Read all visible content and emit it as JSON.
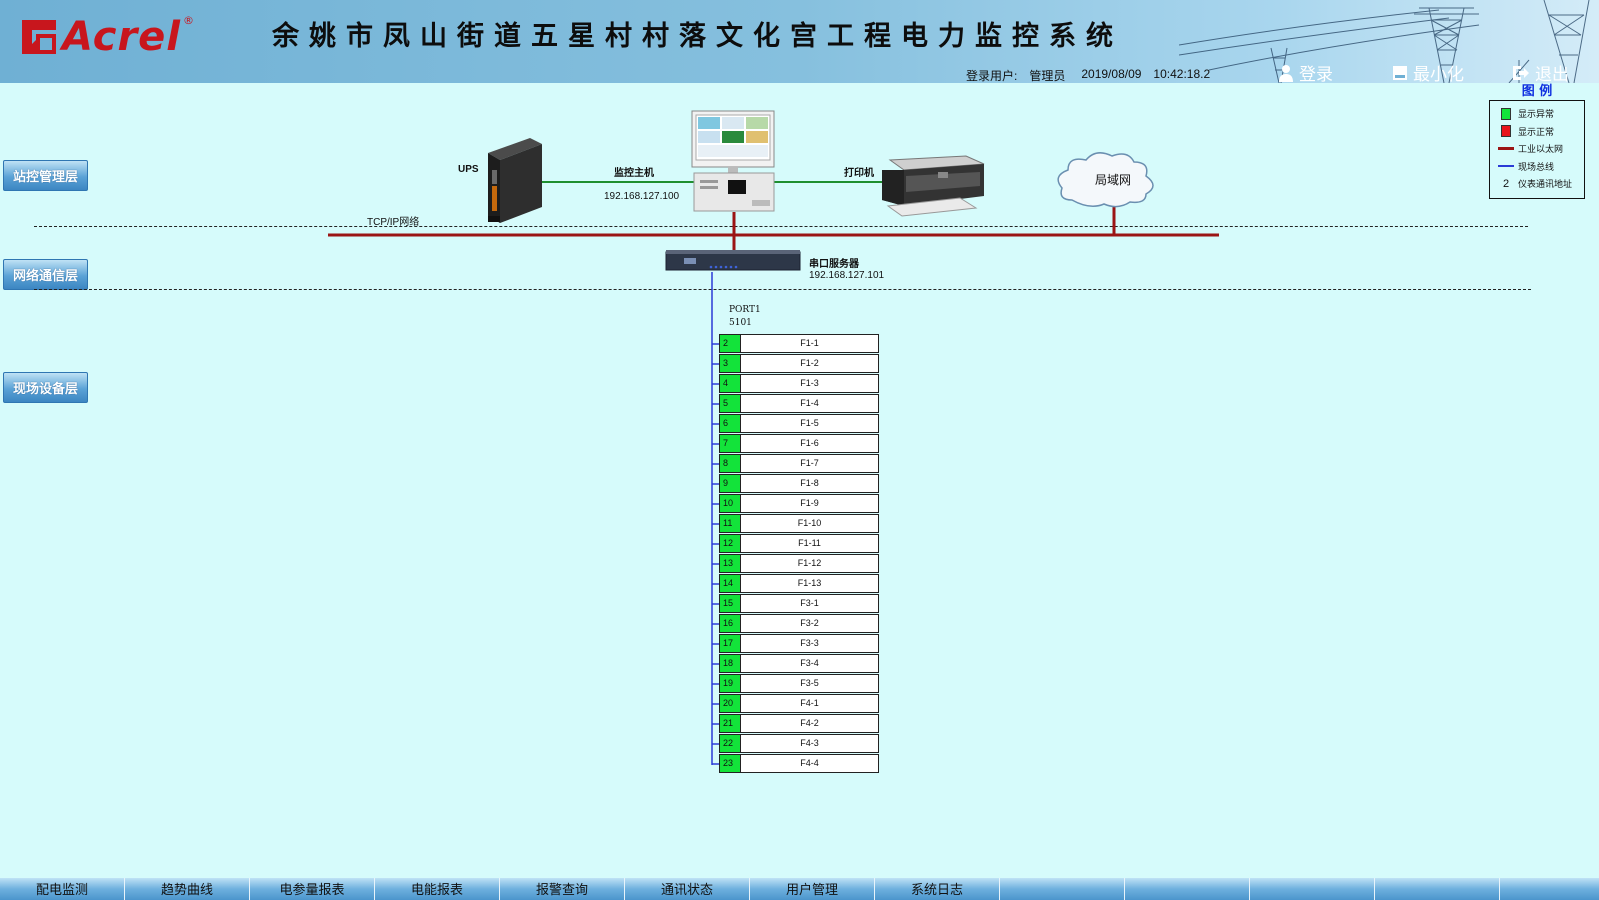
{
  "header": {
    "logo_text": "Acrel",
    "logo_reg": "®",
    "title": "余姚市凤山街道五星村村落文化宫工程电力监控系统",
    "login_user_label": "登录用户:",
    "login_user": "管理员",
    "date": "2019/08/09",
    "time": "10:42:18.2",
    "login_button": "登录",
    "minimize_button": "最小化",
    "exit_button": "退出"
  },
  "legend": {
    "title": "图 例",
    "items": [
      {
        "label": "显示异常",
        "color": "#13e33a"
      },
      {
        "label": "显示正常",
        "color": "#e8141c"
      },
      {
        "label": "工业以太网",
        "color": "#9b1515"
      },
      {
        "label": "现场总线",
        "color": "#2b3bd6"
      },
      {
        "label": "仪表通讯地址",
        "number": "2"
      }
    ]
  },
  "layers": {
    "station": "站控管理层",
    "network": "网络通信层",
    "field": "现场设备层"
  },
  "topology": {
    "ups_label": "UPS",
    "host_label": "监控主机",
    "host_ip": "192.168.127.100",
    "printer_label": "打印机",
    "lan_label": "局域网",
    "tcpip_label": "TCP/IP网络",
    "serial_label": "串口服务器",
    "serial_ip": "192.168.127.101",
    "port_label": "PORT1",
    "port_num": "5101"
  },
  "devices": [
    {
      "addr": "2",
      "name": "F1-1"
    },
    {
      "addr": "3",
      "name": "F1-2"
    },
    {
      "addr": "4",
      "name": "F1-3"
    },
    {
      "addr": "5",
      "name": "F1-4"
    },
    {
      "addr": "6",
      "name": "F1-5"
    },
    {
      "addr": "7",
      "name": "F1-6"
    },
    {
      "addr": "8",
      "name": "F1-7"
    },
    {
      "addr": "9",
      "name": "F1-8"
    },
    {
      "addr": "10",
      "name": "F1-9"
    },
    {
      "addr": "11",
      "name": "F1-10"
    },
    {
      "addr": "12",
      "name": "F1-11"
    },
    {
      "addr": "13",
      "name": "F1-12"
    },
    {
      "addr": "14",
      "name": "F1-13"
    },
    {
      "addr": "15",
      "name": "F3-1"
    },
    {
      "addr": "16",
      "name": "F3-2"
    },
    {
      "addr": "17",
      "name": "F3-3"
    },
    {
      "addr": "18",
      "name": "F3-4"
    },
    {
      "addr": "19",
      "name": "F3-5"
    },
    {
      "addr": "20",
      "name": "F4-1"
    },
    {
      "addr": "21",
      "name": "F4-2"
    },
    {
      "addr": "22",
      "name": "F4-3"
    },
    {
      "addr": "23",
      "name": "F4-4"
    }
  ],
  "nav": [
    "配电监测",
    "趋势曲线",
    "电参量报表",
    "电能报表",
    "报警查询",
    "通讯状态",
    "用户管理",
    "系统日志",
    "",
    "",
    "",
    "",
    ""
  ]
}
